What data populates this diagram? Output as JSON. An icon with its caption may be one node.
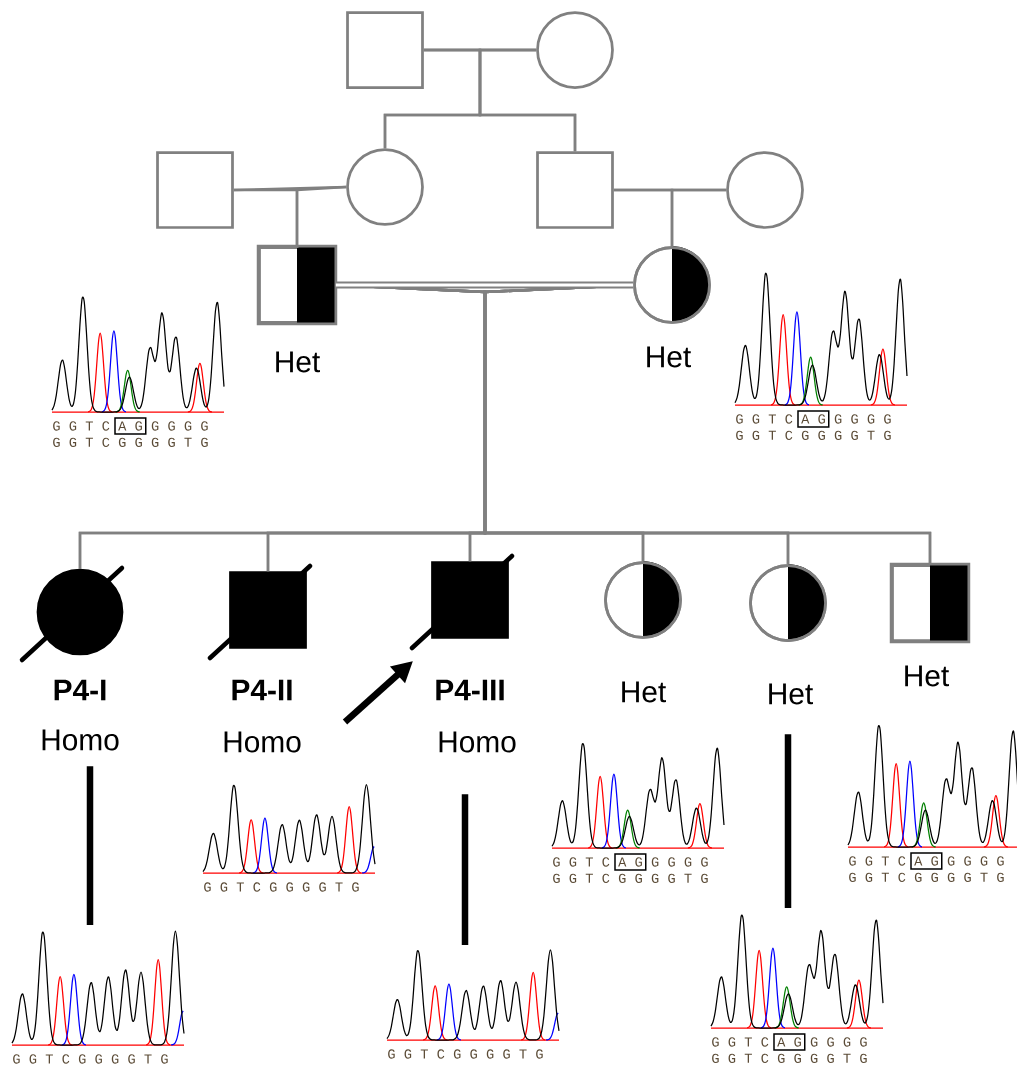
{
  "diagram": {
    "nodes": [
      {
        "text": [],
        "shape": "box"
      },
      {
        "text": [],
        "shape": "circle"
      },
      {
        "text": [],
        "shape": "box"
      },
      {
        "text": [],
        "shape": "circle"
      },
      {
        "text": [],
        "shape": "box"
      },
      {
        "text": [],
        "shape": "circle"
      },
      {
        "text": [],
        "shape": "box",
        "beside": [
          "Het"
        ]
      },
      {
        "text": [],
        "shape": "circle",
        "beside": [
          "Het"
        ]
      },
      {
        "text": [],
        "shape": "circle",
        "beside": [
          "P4-I",
          "Homo"
        ]
      },
      {
        "text": [],
        "shape": "box",
        "beside": [
          "P4-II",
          "Homo"
        ]
      },
      {
        "text": [],
        "shape": "box",
        "beside": [
          "P4-III",
          "Homo"
        ]
      },
      {
        "text": [],
        "shape": "circle",
        "beside": [
          "Het"
        ]
      },
      {
        "text": [],
        "shape": "circle",
        "beside": [
          "Het"
        ]
      },
      {
        "text": [],
        "shape": "box",
        "beside": [
          "Het"
        ]
      },
      {
        "text": [
          "G G T C A G G G G G",
          "G G T C G G G G T G"
        ]
      },
      {
        "text": [
          "G G T C A G G G G G",
          "G G T C G G G G T G"
        ]
      },
      {
        "text": [
          "G G T C G G G G T G"
        ]
      },
      {
        "text": [
          "G G T C A G G G G G",
          "G G T C G G G G T G"
        ]
      },
      {
        "text": [
          "G G T C A G G G G G",
          "G G T C G G G G T G"
        ]
      },
      {
        "text": [
          "G G T C G G G G T G"
        ]
      },
      {
        "text": [
          "G G T C G G G G T G"
        ]
      },
      {
        "text": [
          "G G T C A G G G G G",
          "G G T C G G G G T G"
        ]
      }
    ],
    "edges": [
      {
        "from": 0,
        "to": 1,
        "arrow": "none"
      },
      {
        "from": 0,
        "to": 3,
        "arrow": "none"
      },
      {
        "from": 0,
        "to": 4,
        "arrow": "none"
      },
      {
        "from": 1,
        "to": 3,
        "arrow": "none"
      },
      {
        "from": 1,
        "to": 4,
        "arrow": "none"
      },
      {
        "from": 2,
        "to": 3,
        "arrow": "none"
      },
      {
        "from": 4,
        "to": 5,
        "arrow": "none"
      },
      {
        "from": 2,
        "to": 6,
        "arrow": "none"
      },
      {
        "from": 3,
        "to": 6,
        "arrow": "none"
      },
      {
        "from": 4,
        "to": 7,
        "arrow": "none"
      },
      {
        "from": 5,
        "to": 7,
        "arrow": "none"
      },
      {
        "from": 6,
        "to": 7,
        "arrow": "none",
        "style": "thick"
      },
      {
        "from": 6,
        "to": 8,
        "arrow": "none"
      },
      {
        "from": 6,
        "to": 9,
        "arrow": "none"
      },
      {
        "from": 6,
        "to": 10,
        "arrow": "none"
      },
      {
        "from": 6,
        "to": 11,
        "arrow": "none"
      },
      {
        "from": 6,
        "to": 12,
        "arrow": "none"
      },
      {
        "from": 6,
        "to": 13,
        "arrow": "none"
      },
      {
        "from": 7,
        "to": 8,
        "arrow": "none"
      },
      {
        "from": 7,
        "to": 9,
        "arrow": "none"
      },
      {
        "from": 7,
        "to": 10,
        "arrow": "none"
      },
      {
        "from": 7,
        "to": 11,
        "arrow": "none"
      },
      {
        "from": 7,
        "to": 12,
        "arrow": "none"
      },
      {
        "from": 7,
        "to": 13,
        "arrow": "none"
      },
      {
        "from": null,
        "to": 10,
        "arrow": "to",
        "style": "thick",
        "color": "#000000"
      },
      {
        "from": 8,
        "to": 19,
        "arrow": "none",
        "style": "thick",
        "color": "#000000"
      },
      {
        "from": 10,
        "to": 20,
        "arrow": "none",
        "style": "thick",
        "color": "#000000"
      },
      {
        "from": 12,
        "to": 21,
        "arrow": "none",
        "style": "thick",
        "color": "#000000"
      }
    ]
  }
}
